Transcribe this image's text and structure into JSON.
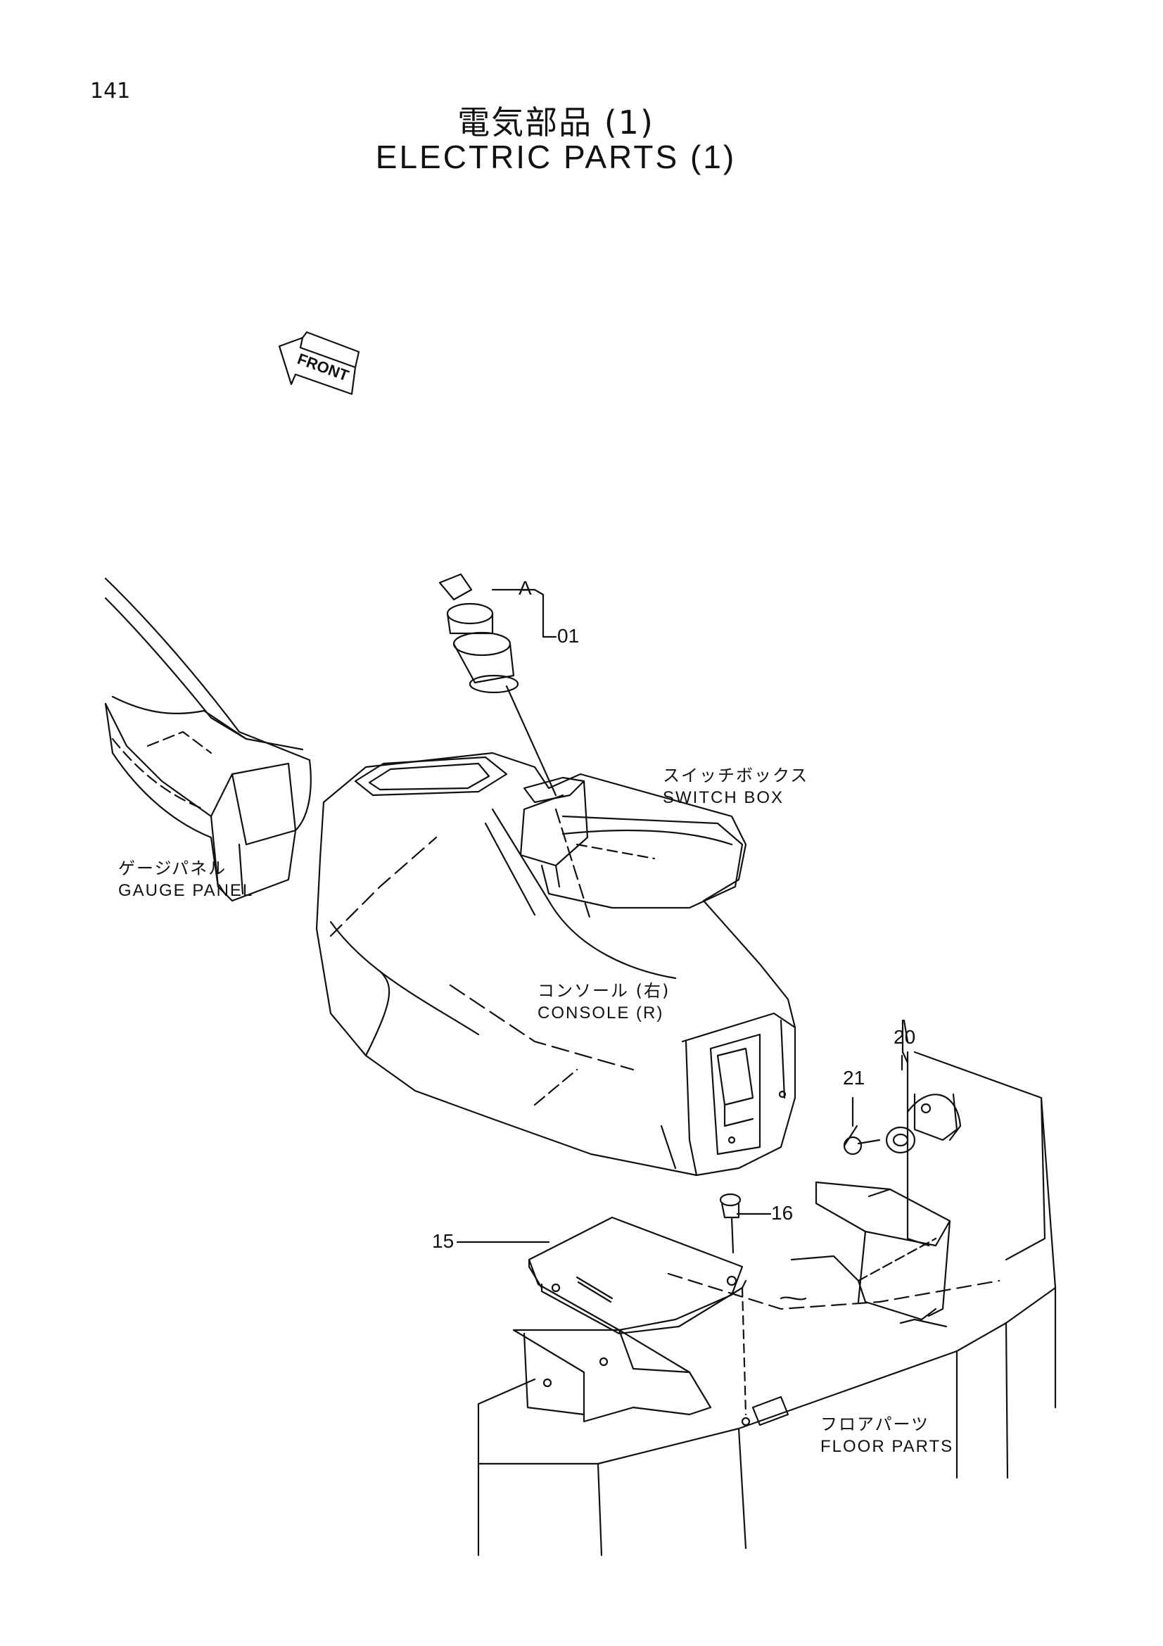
{
  "page_number": "141",
  "title": {
    "ja": "電気部品 (1)",
    "en": "ELECTRIC PARTS (1)"
  },
  "front_arrow": "FRONT",
  "labels": {
    "switch_box": {
      "ja": "スイッチボックス",
      "en": "SWITCH BOX"
    },
    "gauge_panel": {
      "ja": "ゲージパネル",
      "en": "GAUGE PANEL"
    },
    "console_r": {
      "ja": "コンソール (右)",
      "en": "CONSOLE (R)"
    },
    "floor_parts": {
      "ja": "フロアパーツ",
      "en": "FLOOR PARTS"
    }
  },
  "callouts": {
    "a": "A",
    "p01": "01",
    "p15": "15",
    "p16": "16",
    "p20": "20",
    "p21": "21"
  }
}
